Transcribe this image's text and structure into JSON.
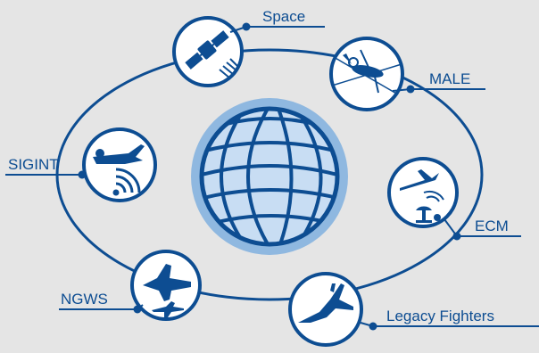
{
  "colors": {
    "background": "#e5e5e5",
    "primary": "#0d4d92",
    "light": "#c8ddf3",
    "halo": "#8fb8e0",
    "white": "#ffffff"
  },
  "nodes": [
    {
      "key": "space",
      "label": "Space",
      "icon": "satellite-icon"
    },
    {
      "key": "male",
      "label": "MALE",
      "icon": "male-drone-icon"
    },
    {
      "key": "ecm",
      "label": "ECM",
      "icon": "ecm-radar-icon"
    },
    {
      "key": "legacy",
      "label": "Legacy Fighters",
      "icon": "fighter-jet-icon"
    },
    {
      "key": "ngws",
      "label": "NGWS",
      "icon": "ngws-aircraft-icon"
    },
    {
      "key": "sigint",
      "label": "SIGINT",
      "icon": "sigint-antenna-icon"
    }
  ],
  "center": {
    "icon": "globe-icon"
  }
}
